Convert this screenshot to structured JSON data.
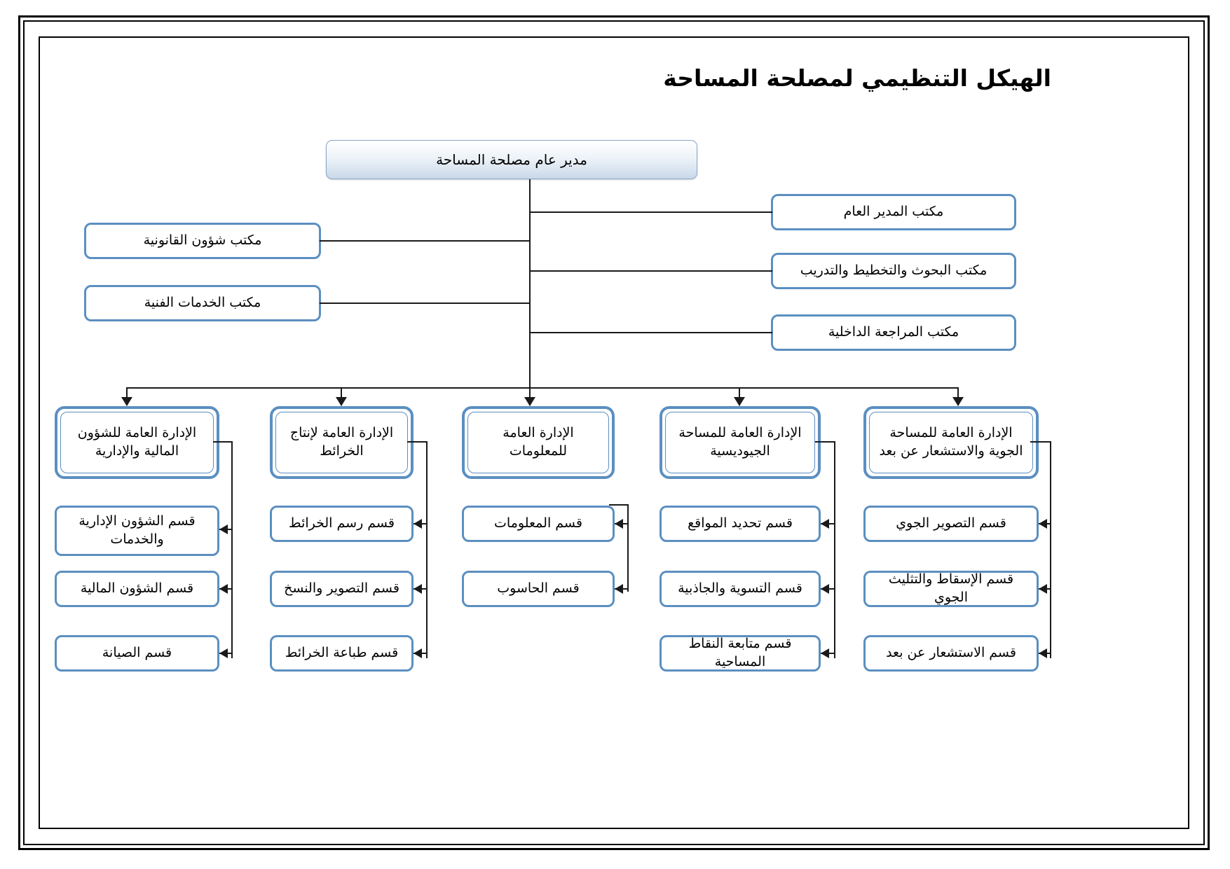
{
  "document": {
    "title": "الهيكل التنظيمي لمصلحة المساحة",
    "type": "organizational-chart",
    "language": "ar",
    "direction": "rtl"
  },
  "colors": {
    "box_border": "#5b8fc1",
    "connector": "#1a1a1a",
    "frame": "#000000",
    "root_gradient_top": "#ffffff",
    "root_gradient_bottom": "#c9d9ea",
    "background": "#ffffff"
  },
  "root": {
    "label": "مدير عام مصلحة المساحة"
  },
  "staff_right": [
    {
      "label": "مكتب المدير العام"
    },
    {
      "label": "مكتب البحوث والتخطيط والتدريب"
    },
    {
      "label": "مكتب المراجعة الداخلية"
    }
  ],
  "staff_left": [
    {
      "label": "مكتب شؤون القانونية"
    },
    {
      "label": "مكتب الخدمات الفنية"
    }
  ],
  "departments": [
    {
      "id": "aerial-remote-sensing",
      "lines": [
        "الإدارة العامة للمساحة",
        "الجوية والاستشعار عن بعد"
      ],
      "sections": [
        {
          "label": "قسم التصوير الجوي"
        },
        {
          "label": "قسم الإسقاط والتثليث الجوي"
        },
        {
          "label": "قسم الاستشعار عن بعد"
        }
      ]
    },
    {
      "id": "geodetic-survey",
      "lines": [
        "الإدارة العامة للمساحة",
        "الجيوديسية"
      ],
      "sections": [
        {
          "label": "قسم تحديد المواقع"
        },
        {
          "label": "قسم التسوية والجاذبية"
        },
        {
          "label": "قسم متابعة النقاط المساحية"
        }
      ]
    },
    {
      "id": "information",
      "lines": [
        "الإدارة العامة",
        "للمعلومات"
      ],
      "sections": [
        {
          "label": "قسم المعلومات"
        },
        {
          "label": "قسم الحاسوب"
        }
      ]
    },
    {
      "id": "map-production",
      "lines": [
        "الإدارة العامة لإنتاج",
        "الخرائط"
      ],
      "sections": [
        {
          "label": "قسم رسم الخرائط"
        },
        {
          "label": "قسم التصوير والنسخ"
        },
        {
          "label": "قسم طباعة الخرائط"
        }
      ]
    },
    {
      "id": "financial-administrative",
      "lines": [
        "الإدارة العامة للشؤون",
        "المالية والإدارية"
      ],
      "sections": [
        {
          "label": "قسم الشؤون الإدارية والخدمات"
        },
        {
          "label": "قسم الشؤون المالية"
        },
        {
          "label": "قسم الصيانة"
        }
      ]
    }
  ]
}
